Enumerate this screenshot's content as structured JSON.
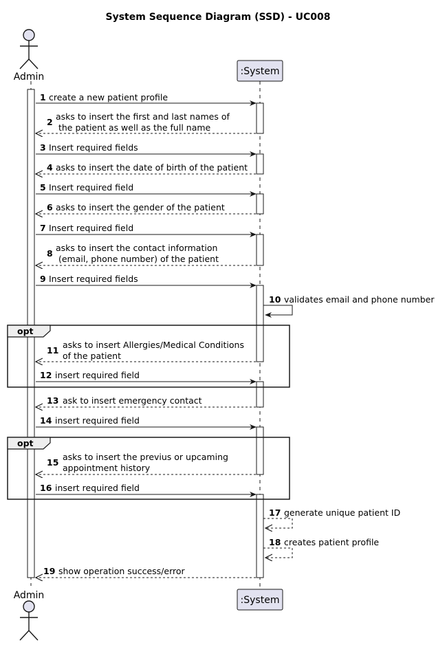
{
  "title": "System Sequence Diagram (SSD) - UC008",
  "participants": {
    "actor": "Admin",
    "system": ":System"
  },
  "fragments": [
    {
      "label": "opt"
    },
    {
      "label": "opt"
    }
  ],
  "messages": [
    {
      "num": "1",
      "lines": [
        "create a new patient profile"
      ],
      "type": "sync"
    },
    {
      "num": "2",
      "lines": [
        "asks to insert the first and last names of",
        " the patient as well as the full name"
      ],
      "type": "reply"
    },
    {
      "num": "3",
      "lines": [
        "Insert required fields"
      ],
      "type": "sync"
    },
    {
      "num": "4",
      "lines": [
        "asks to insert the date of birth of the patient"
      ],
      "type": "reply"
    },
    {
      "num": "5",
      "lines": [
        "Insert required field"
      ],
      "type": "sync"
    },
    {
      "num": "6",
      "lines": [
        "asks to insert the gender of the patient"
      ],
      "type": "reply"
    },
    {
      "num": "7",
      "lines": [
        "Insert required field"
      ],
      "type": "sync"
    },
    {
      "num": "8",
      "lines": [
        "asks to insert the contact information",
        " (email, phone number) of the patient"
      ],
      "type": "reply"
    },
    {
      "num": "9",
      "lines": [
        "Insert required fields"
      ],
      "type": "sync"
    },
    {
      "num": "10",
      "lines": [
        "validates email and phone number"
      ],
      "type": "self"
    },
    {
      "num": "11",
      "lines": [
        "asks to insert Allergies/Medical Conditions",
        "of the patient"
      ],
      "type": "reply"
    },
    {
      "num": "12",
      "lines": [
        "insert required field"
      ],
      "type": "sync"
    },
    {
      "num": "13",
      "lines": [
        "ask to insert emergency contact"
      ],
      "type": "reply"
    },
    {
      "num": "14",
      "lines": [
        "insert required field"
      ],
      "type": "sync"
    },
    {
      "num": "15",
      "lines": [
        "asks to insert the previus or upcaming",
        "appointment history"
      ],
      "type": "reply"
    },
    {
      "num": "16",
      "lines": [
        "insert required field"
      ],
      "type": "sync"
    },
    {
      "num": "17",
      "lines": [
        "generate unique patient ID"
      ],
      "type": "self-reply"
    },
    {
      "num": "18",
      "lines": [
        "creates patient profile"
      ],
      "type": "self-reply"
    },
    {
      "num": "19",
      "lines": [
        "show operation success/error"
      ],
      "type": "reply"
    }
  ]
}
